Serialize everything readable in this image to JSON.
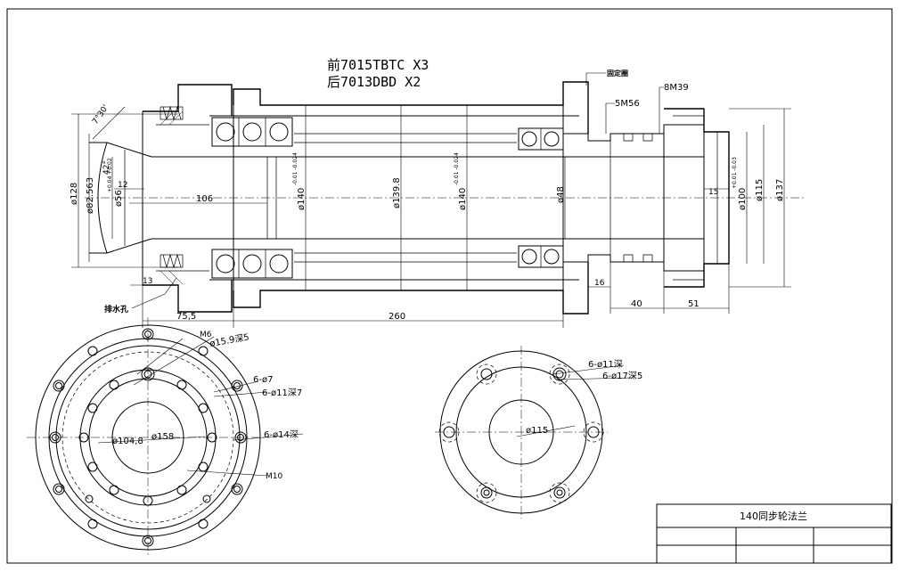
{
  "spec": {
    "line1": "前7015TBTC X3",
    "line2": "后7013DBD X2"
  },
  "callouts": {
    "ring_top": "固定圈",
    "thread_5m": "5M56",
    "thread_8m": "8M39",
    "drain": "排水孔",
    "angle_7": "7°30'",
    "angle_42": "42°"
  },
  "dims": {
    "d128": "ø128",
    "d82": "ø82.563",
    "d56": "ø56",
    "d56_tol": "+0.04 +0.02",
    "d140a": "ø140",
    "d140a_tol": "-0.01 -0.024",
    "d139": "ø139.8",
    "d140b": "ø140",
    "d140b_tol": "-0.01 -0.024",
    "d48": "ø48",
    "d100": "ø100",
    "d100_tol": "+0.01 -0.03",
    "d115": "ø115",
    "d137": "ø137",
    "l12": "12",
    "l106": "106",
    "l13": "13",
    "l75": "75,5",
    "l260": "260",
    "l16": "16",
    "l40": "40",
    "l51": "51",
    "l15": "15"
  },
  "front_view": {
    "m6": "M6",
    "cb15": "ø15.9深5",
    "h7": "6-ø7",
    "h11": "6-ø11深7",
    "h14": "6-ø14深",
    "d104": "ø104,8",
    "d158": "ø158",
    "m10": "M10"
  },
  "rear_view": {
    "h11": "6-ø11深",
    "h17": "6-ø17深5",
    "d115": "ø115"
  },
  "title_block": {
    "title": "140同步轮法兰"
  }
}
